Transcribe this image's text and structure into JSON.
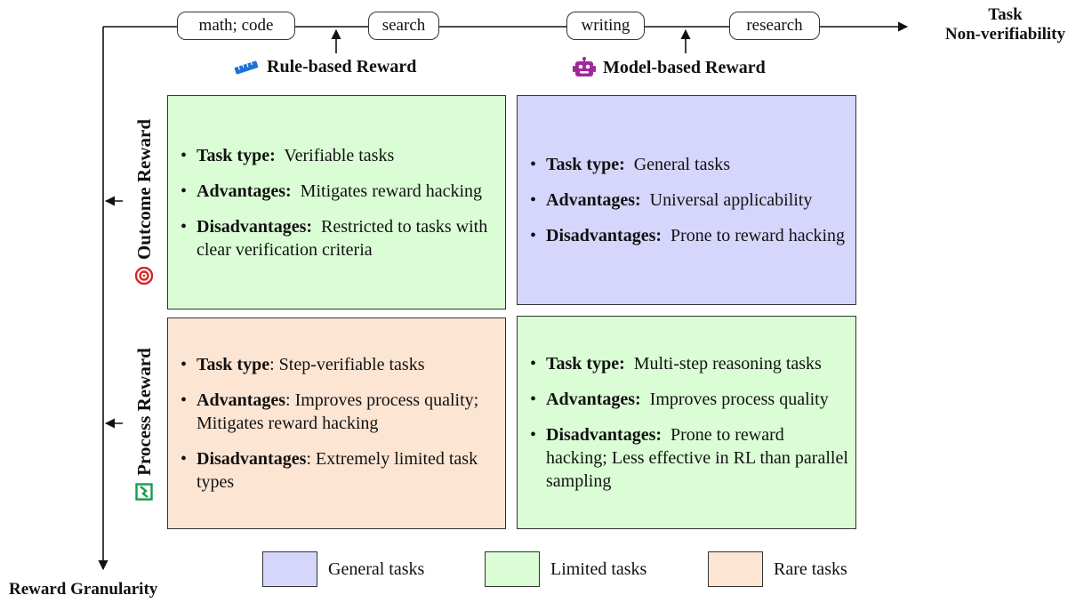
{
  "x_axis": {
    "title_line1": "Task",
    "title_line2": "Non-verifiability",
    "pills": [
      "math; code",
      "search",
      "writing",
      "research"
    ]
  },
  "y_axis": {
    "title": "Reward Granularity"
  },
  "columns": {
    "rule": {
      "label": "Rule-based Reward",
      "icon": "ruler-icon"
    },
    "model": {
      "label": "Model-based Reward",
      "icon": "robot-icon"
    }
  },
  "rows": {
    "outcome": {
      "label": "Outcome Reward",
      "icon": "target-icon"
    },
    "process": {
      "label": "Process Reward",
      "icon": "chart-icon"
    }
  },
  "cells": {
    "outcome_rule": {
      "color": "#dbfdd6",
      "items": [
        {
          "label": "Task type:",
          "text": "Verifiable tasks"
        },
        {
          "label": "Advantages:",
          "text": "Mitigates reward hacking"
        },
        {
          "label": "Disadvantages:",
          "text": "Restricted to tasks with clear verification criteria"
        }
      ]
    },
    "outcome_model": {
      "color": "#d6d6fc",
      "items": [
        {
          "label": "Task type:",
          "text": "General tasks"
        },
        {
          "label": "Advantages:",
          "text": "Universal applicability"
        },
        {
          "label": "Disadvantages:",
          "text": "Prone to reward hacking"
        }
      ]
    },
    "process_rule": {
      "color": "#fde5d4",
      "items": [
        {
          "label": "Task type",
          "text": ": Step-verifiable tasks"
        },
        {
          "label": "Advantages",
          "text": ": Improves process quality; Mitigates reward hacking"
        },
        {
          "label": "Disadvantages",
          "text": ": Extremely limited task types"
        }
      ]
    },
    "process_model": {
      "color": "#dbfdd6",
      "items": [
        {
          "label": "Task type:",
          "text": "Multi-step reasoning tasks"
        },
        {
          "label": "Advantages:",
          "text": "Improves process quality"
        },
        {
          "label": "Disadvantages:",
          "text": "Prone to reward hacking; Less effective in RL than parallel sampling"
        }
      ]
    }
  },
  "legend": [
    {
      "label": "General tasks",
      "color": "#d6d6fc"
    },
    {
      "label": "Limited tasks",
      "color": "#dbfdd6"
    },
    {
      "label": "Rare tasks",
      "color": "#fde5d4"
    }
  ],
  "colors": {
    "ruler": "#1e73d8",
    "robot": "#a0289a",
    "target": "#d62828",
    "chart": "#1a9a4c"
  }
}
